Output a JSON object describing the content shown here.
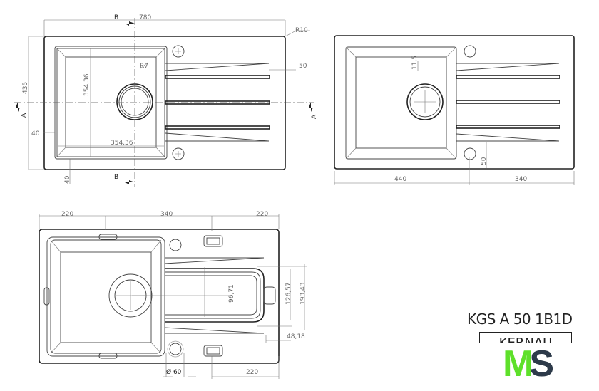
{
  "model_title": "KGS A 50 1B1D",
  "brand_box": "KERNAU",
  "logo": {
    "text_1": "M",
    "text_2": "S",
    "color_1": "#5ee02a",
    "color_2": "#2d3a4a"
  },
  "top_view": {
    "width_dim": "780",
    "depth_dim": "435",
    "corner_radius": "R10",
    "inner_radius": "R7",
    "drainer_offset": "50",
    "bowl_side_margin": "40",
    "bowl_bottom_margin": "40",
    "bowl_depth": "354,36",
    "bowl_width": "354,36",
    "section_b": "B",
    "section_a": "A"
  },
  "right_view": {
    "dim_left": "440",
    "dim_right": "340",
    "drain_offset": "11,5",
    "tap_offset": "50"
  },
  "bottom_view": {
    "dim_top_1": "220",
    "dim_top_2": "340",
    "dim_top_3": "220",
    "dim_9671": "96,71",
    "dim_12657": "126,57",
    "dim_19343": "193,43",
    "dim_4818": "48,18",
    "tap_diameter": "Ø 60",
    "dim_bottom": "220"
  }
}
